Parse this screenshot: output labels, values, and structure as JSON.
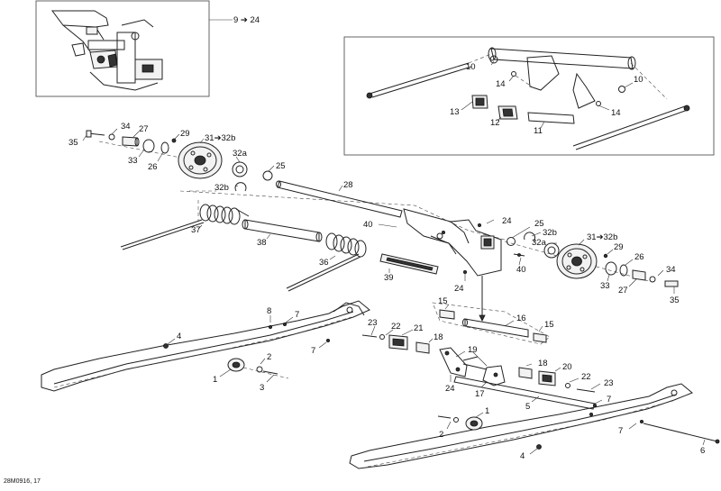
{
  "diagram_code": "28M0916, 17",
  "insets": [
    {
      "label": "9 ➔ 24"
    }
  ],
  "callouts": {
    "c35a": "35",
    "c34a": "34",
    "c27a": "27",
    "c29a": "29",
    "c31a": "31➔32b",
    "c33a": "33",
    "c26a": "26",
    "c32aa": "32a",
    "c25a": "25",
    "c28": "28",
    "c32ba": "32b",
    "c37": "37",
    "c38": "38",
    "c36": "36",
    "c39": "39",
    "c40a": "40",
    "c24a": "24",
    "c25b": "25",
    "c32bb": "32b",
    "c32ab": "32a",
    "c40b": "40",
    "c24b": "24",
    "c31b": "31➔32b",
    "c29b": "29",
    "c26b": "26",
    "c34b": "34",
    "c33b": "33",
    "c27b": "27",
    "c35b": "35",
    "c10a": "10",
    "c10b": "10",
    "c14a": "14",
    "c14b": "14",
    "c13": "13",
    "c12": "12",
    "c11": "11",
    "c8": "8",
    "c7a": "7",
    "c4a": "4",
    "c7b": "7",
    "c1a": "1",
    "c2a": "2",
    "c3": "3",
    "c15a": "15",
    "c16": "16",
    "c15b": "15",
    "c23a": "23",
    "c22a": "22",
    "c21": "21",
    "c18a": "18",
    "c19": "19",
    "c24c": "24",
    "c17": "17",
    "c18b": "18",
    "c20": "20",
    "c22b": "22",
    "c23b": "23",
    "c5": "5",
    "c7c": "7",
    "c7d": "7",
    "c1b": "1",
    "c2b": "2",
    "c4b": "4",
    "c6": "6"
  }
}
